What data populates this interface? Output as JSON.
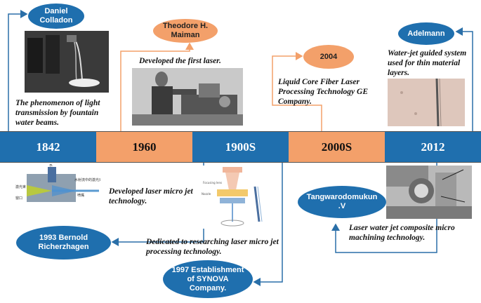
{
  "timeline": {
    "segments": [
      {
        "label": "1842",
        "color": "#1f6fae"
      },
      {
        "label": "1960",
        "color": "#f3a06a"
      },
      {
        "label": "1900S",
        "color": "#1f6fae"
      },
      {
        "label": "2000S",
        "color": "#f3a06a"
      },
      {
        "label": "2012",
        "color": "#1f6fae"
      }
    ]
  },
  "events": {
    "colladon": {
      "name": "Daniel Colladon",
      "caption": "The phenomenon of light transmission by fountain water beams."
    },
    "maiman": {
      "name": "Theodore H. Maiman",
      "caption": "Developed the first laser."
    },
    "ge2004": {
      "name": "2004",
      "caption": "Liquid Core Fiber Laser Processing Technology GE Company."
    },
    "adelmann": {
      "name": "Adelmann",
      "caption": "Water-jet guided system used for thin material layers."
    },
    "richerzhagen": {
      "name": "1993 Bernold Richerzhagen",
      "caption": "Developed laser micro jet technology."
    },
    "synova": {
      "name": "1997 Establishment of SYNOVA Company.",
      "caption": "Dedicated to researching laser micro jet processing technology."
    },
    "tangwarodomukun": {
      "name": "Tangwarodomukun .V",
      "caption": "Laser water jet composite micro machining technology."
    }
  },
  "colors": {
    "blue": "#1f6fae",
    "orange": "#f3a06a",
    "connector_blue": "#2a6fa8",
    "connector_orange": "#f3a06a"
  }
}
